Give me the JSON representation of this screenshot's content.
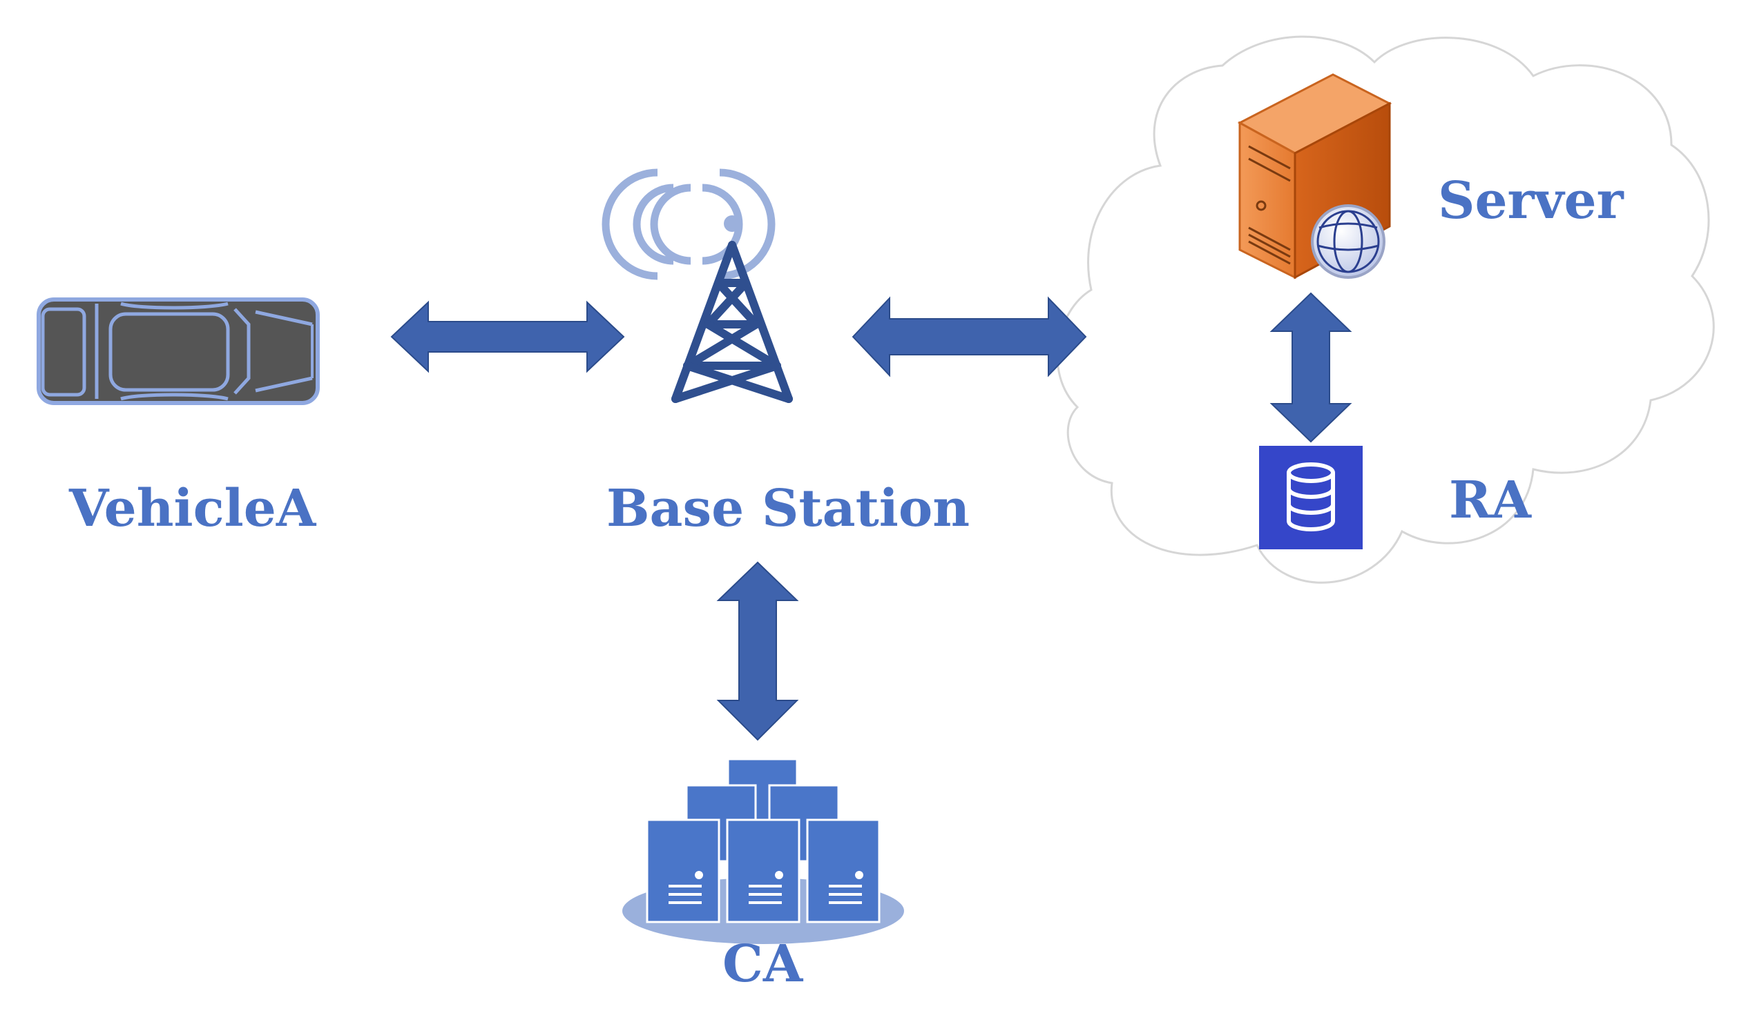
{
  "nodes": {
    "vehicle": {
      "label": "VehicleA",
      "icon": "car-icon"
    },
    "base_station": {
      "label": "Base Station",
      "icon": "antenna-tower-icon"
    },
    "server": {
      "label": "Server",
      "icon": "web-server-icon"
    },
    "ra": {
      "label": "RA",
      "icon": "database-icon"
    },
    "ca": {
      "label": "CA",
      "icon": "server-cluster-icon"
    }
  },
  "edges": [
    {
      "from": "vehicle",
      "to": "base_station",
      "direction": "bidirectional"
    },
    {
      "from": "base_station",
      "to": "server",
      "direction": "bidirectional"
    },
    {
      "from": "server",
      "to": "ra",
      "direction": "bidirectional"
    },
    {
      "from": "base_station",
      "to": "ca",
      "direction": "bidirectional"
    }
  ],
  "colors": {
    "label": "#4a72c4",
    "arrow": "#3f63ad",
    "tower": "#2f4f8f",
    "server_orange": "#e8772e",
    "database_blue": "#3546c9",
    "ca_blue": "#4a76c9",
    "cloud_outline": "#d9d9d9",
    "car_body": "#555555",
    "car_outline": "#8fa8e0"
  }
}
